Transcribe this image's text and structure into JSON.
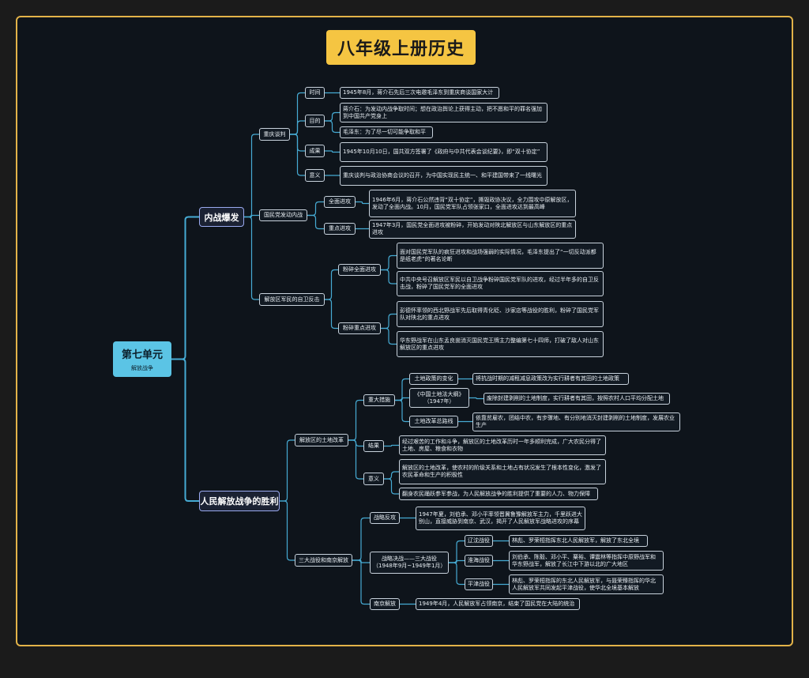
{
  "title": "八年级上册历史",
  "colors": {
    "title_bg": "#f5c542",
    "root_bg": "#5bc4e5",
    "connector": "#46abd4",
    "frame_border": "#e3b349"
  },
  "root": {
    "label": "第七单元",
    "sub": "解放战争"
  },
  "branches": [
    {
      "label": "内战爆发",
      "topics": [
        {
          "label": "重庆谈判",
          "items": [
            {
              "label": "时间",
              "notes": [
                "1945年8月，蒋介石先后三次电邀毛泽东到重庆商谈国家大计"
              ]
            },
            {
              "label": "目的",
              "notes": [
                "蒋介石：为发动内战争取时间；想在政治舆论上获得主动，把不愿和平的罪名强加到中国共产党身上",
                "毛泽东：为了尽一切可能争取和平"
              ]
            },
            {
              "label": "成果",
              "notes": [
                "1945年10月10日，国共双方签署了《政府与中共代表会谈纪要》，即“双十协定”"
              ]
            },
            {
              "label": "意义",
              "notes": [
                "重庆谈判与政治协商会议的召开，为中国实现民主统一、和平建国带来了一线曙光"
              ]
            }
          ]
        },
        {
          "label": "国民党发动内战",
          "items": [
            {
              "label": "全面进攻",
              "notes": [
                "1946年6月，蒋介石公然违背“双十协定”，撕毁政协决议，全力围攻中原解放区，发动了全面内战。10月，国民党军队占领张家口，全面进攻达到最高峰"
              ]
            },
            {
              "label": "重点进攻",
              "notes": [
                "1947年3月，国民党全面进攻被粉碎，开始发动对陕北解放区与山东解放区的重点进攻"
              ]
            }
          ]
        },
        {
          "label": "解放区军民的自卫反击",
          "items": [
            {
              "label": "粉碎全面进攻",
              "notes": [
                "面对国民党军队的疯狂进攻和战场强弱的实际情况，毛泽东提出了“一切反动派都是纸老虎”的著名论断",
                "中共中央号召解放区军民以自卫战争粉碎国民党军队的进攻，经过半年多的自卫反击战，粉碎了国民党军的全面进攻"
              ]
            },
            {
              "label": "粉碎重点进攻",
              "notes": [
                "彭德怀率领的西北野战军先后取得青化砭、沙家店等战役的胜利，粉碎了国民党军队对陕北的重点进攻",
                "华东野战军在山东孟良崮消灭国民党王牌主力整编第七十四师，打破了敌人对山东解放区的重点进攻"
              ]
            }
          ]
        }
      ]
    },
    {
      "label": "人民解放战争的胜利",
      "topics": [
        {
          "label": "解放区的土地改革",
          "items": [
            {
              "label": "重大措施",
              "subitems": [
                {
                  "label": "土地政策的变化",
                  "notes": [
                    "将抗战时期的减租减息政策改为实行耕者有其田的土地政策"
                  ]
                },
                {
                  "label": "《中国土地法大纲》\n（1947年）",
                  "notes": [
                    "废除封建剥削的土地制度，实行耕者有其田，按照农村人口平均分配土地"
                  ]
                },
                {
                  "label": "土地改革总路线",
                  "notes": [
                    "依靠贫雇农，团结中农，有步骤地、有分别地消灭封建剥削的土地制度，发展农业生产"
                  ]
                }
              ]
            },
            {
              "label": "结果",
              "notes": [
                "经过艰苦的工作和斗争，解放区的土地改革历时一年多顺利完成，广大农民分得了土地、房屋、粮食和衣物"
              ]
            },
            {
              "label": "意义",
              "notes": [
                "解放区的土地改革，使农村的阶级关系和土地占有状况发生了根本性变化，激发了农民革命和生产的积极性",
                "翻身农民踊跃参军参战，为人民解放战争的胜利提供了重要的人力、物力保障"
              ]
            }
          ]
        },
        {
          "label": "三大战役和南京解放",
          "items": [
            {
              "label": "战略反攻",
              "notes": [
                "1947年夏，刘伯承、邓小平率领晋冀鲁豫解放军主力，千里跃进大别山，直接威胁到南京、武汉，揭开了人民解放军战略进攻的序幕"
              ]
            },
            {
              "label": "战略决战——三大战役\n（1948年9月~1949年1月）",
              "subitems": [
                {
                  "label": "辽沈战役",
                  "notes": [
                    "林彪、罗荣桓指挥东北人民解放军，解放了东北全境"
                  ]
                },
                {
                  "label": "淮海战役",
                  "notes": [
                    "刘伯承、陈毅、邓小平、粟裕、谭震林等指挥中原野战军和华东野战军，解放了长江中下游以北的广大地区"
                  ]
                },
                {
                  "label": "平津战役",
                  "notes": [
                    "林彪、罗荣桓指挥的东北人民解放军，与聂荣臻指挥的华北人民解放军共同发起平津战役，使华北全境基本解放"
                  ]
                }
              ]
            },
            {
              "label": "南京解放",
              "notes": [
                "1949年4月，人民解放军占领南京，结束了国民党在大陆的统治"
              ]
            }
          ]
        }
      ]
    }
  ]
}
